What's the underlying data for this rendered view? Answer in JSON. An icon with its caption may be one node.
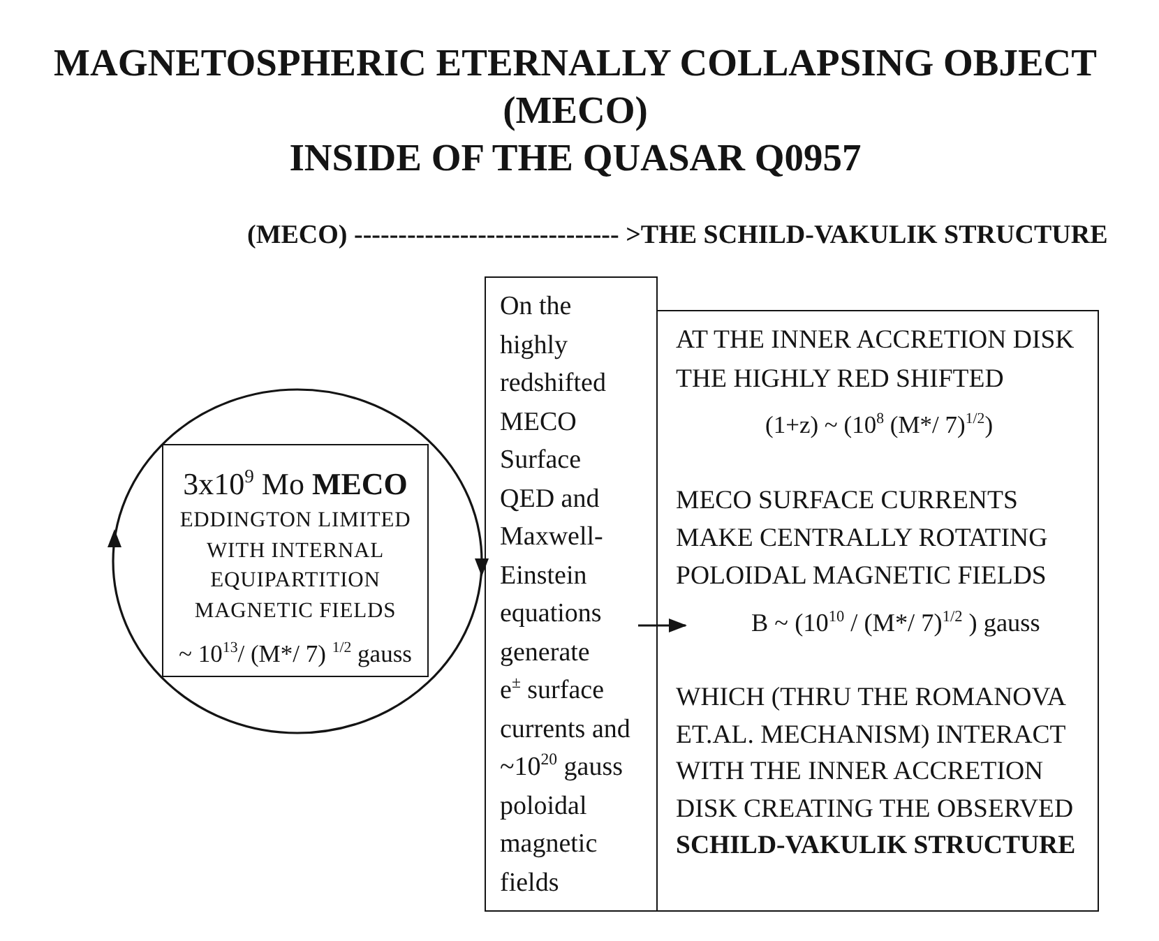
{
  "diagram": {
    "title": "MAGNETOSPHERIC ETERNALLY COLLAPSING OBJECT (MECO) INSIDE OF THE QUASAR Q0957",
    "nodes": [
      {
        "text": [],
        "shape": "circle"
      },
      {
        "text": [
          "3x10$^{9}$ Mo **MECO**",
          "EDDINGTON LIMITED WITH INTERNAL EQUIPARTITION MAGNETIC FIELDS",
          "~ 10$^{13}$/ (M*/ 7) $^{1/2}$ gauss"
        ],
        "in": 0
      },
      {
        "text": [
          "On the highly redshifted MECO Surface QED and Maxwell-Einstein equations generate e$^{±}$ surface currents and ~10$^{20}$ gauss poloidal magnetic fields"
        ]
      },
      {
        "text": [
          "AT THE INNER ACCRETION DISK THE HIGHLY RED SHIFTED",
          "(1+z) ~ (10$^{8}$ (M*/ 7)$^{1/2}$)",
          "MECO SURFACE CURRENTS MAKE CENTRALLY ROTATING POLOIDAL MAGNETIC FIELDS",
          "B ~ (10$^{10}$ / (M*/ 7)$^{1/2}$ ) gauss",
          "WHICH (THRU THE ROMANOVA ET.AL. MECHANISM) INTERACT WITH THE INNER ACCRETION DISK CREATING THE OBSERVED **SCHILD-VAKULIK STRUCTURE**"
        ]
      }
    ],
    "edges": [
      {
        "from": 2,
        "to": 3,
        "arrow": "to"
      }
    ],
    "labels": [
      "(MECO) ------------------------------ >THE SCHILD-VAKULIK STRUCTURE"
    ]
  }
}
